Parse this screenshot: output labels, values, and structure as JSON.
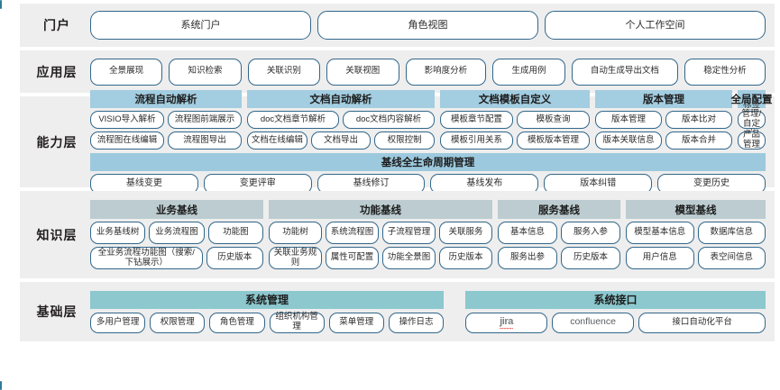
{
  "layers": {
    "portal": {
      "label": "门户",
      "items": [
        "系统门户",
        "角色视图",
        "个人工作空间"
      ]
    },
    "application": {
      "label": "应用层",
      "items": [
        "全景展现",
        "知识检索",
        "关联识别",
        "关联视图",
        "影响度分析",
        "生成用例",
        "自动生成导出文档",
        "稳定性分析"
      ]
    },
    "capability": {
      "label": "能力层",
      "groups": [
        {
          "title": "流程自动解析",
          "rows": [
            [
              "VISIO导入解析",
              "流程图前端展示"
            ],
            [
              "流程图在线编辑",
              "流程图导出"
            ]
          ]
        },
        {
          "title": "文档自动解析",
          "rows": [
            [
              "doc文档章节解析",
              "doc文档内容解析"
            ],
            [
              "文档在线编辑",
              "文档导出",
              "权限控制"
            ]
          ]
        },
        {
          "title": "文档模板自定义",
          "rows": [
            [
              "模板章节配置",
              "模板查询"
            ],
            [
              "模板引用关系",
              "模板版本管理"
            ]
          ]
        },
        {
          "title": "版本管理",
          "rows": [
            [
              "版本管理",
              "版本比对"
            ],
            [
              "版本关联信息",
              "版本合并"
            ]
          ]
        },
        {
          "title": "全局配置",
          "rows": [
            [
              "标签管理/自定义"
            ],
            [
              "产品管理"
            ]
          ]
        }
      ],
      "lifecycle": {
        "title": "基线全生命周期管理",
        "items": [
          "基线变更",
          "变更评审",
          "基线修订",
          "基线发布",
          "版本纠错",
          "变更历史"
        ]
      }
    },
    "knowledge": {
      "label": "知识层",
      "groups": [
        {
          "title": "业务基线",
          "rows": [
            [
              "业务基线树",
              "业务流程图",
              "功能图"
            ],
            [
              "全业务流程功能图（搜索/下钻展示）",
              "历史版本"
            ]
          ]
        },
        {
          "title": "功能基线",
          "rows": [
            [
              "功能树",
              "系统流程图",
              "子流程管理",
              "关联服务"
            ],
            [
              "关联业务规则",
              "属性可配置",
              "功能全景图",
              "历史版本"
            ]
          ]
        },
        {
          "title": "服务基线",
          "rows": [
            [
              "基本信息",
              "服务入参"
            ],
            [
              "服务出参",
              "历史版本"
            ]
          ]
        },
        {
          "title": "模型基线",
          "rows": [
            [
              "模型基本信息",
              "数据库信息"
            ],
            [
              "用户信息",
              "表空间信息"
            ]
          ]
        }
      ]
    },
    "base": {
      "label": "基础层",
      "groups": [
        {
          "title": "系统管理",
          "items": [
            "多用户管理",
            "权限管理",
            "角色管理",
            "组织机构管理",
            "菜单管理",
            "操作日志"
          ]
        },
        {
          "title": "系统接口",
          "items": [
            "jira",
            "confluence",
            "接口自动化平台"
          ]
        }
      ]
    }
  },
  "colors": {
    "panel_bg": "#eeeeee",
    "pill_border": "#32678a",
    "capability_header": "#a3cde0",
    "lifecycle_header": "#9cc9dd",
    "knowledge_header": "#bcccd0",
    "base_header": "#8cc8ce",
    "jira_red": "#e8493a"
  }
}
